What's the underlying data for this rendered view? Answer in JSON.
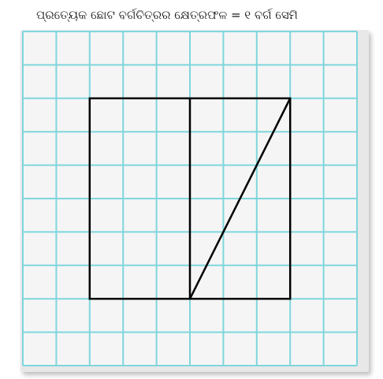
{
  "caption": {
    "text": "ପ୍ରତ୍ୟେକ ଛୋଟ ବର୍ଗଚିତ୍ରର କ୍ଷେତ୍ରଫଳ = ୧ ବର୍ଗ ସେମି"
  },
  "grid": {
    "columns": 10,
    "rows": 10,
    "line_color": "#7fd6dd",
    "cell_fill": "#f5f5f5",
    "border_color": "#8a8a8a"
  },
  "figure": {
    "stroke_color": "#000000",
    "square": {
      "col0": 2,
      "row0": 2,
      "col1": 8,
      "row1": 8
    },
    "divider": {
      "col": 5,
      "row0": 2,
      "row1": 8
    },
    "diagonal": {
      "from": {
        "col": 5,
        "row": 8
      },
      "to": {
        "col": 8,
        "row": 2
      }
    }
  }
}
